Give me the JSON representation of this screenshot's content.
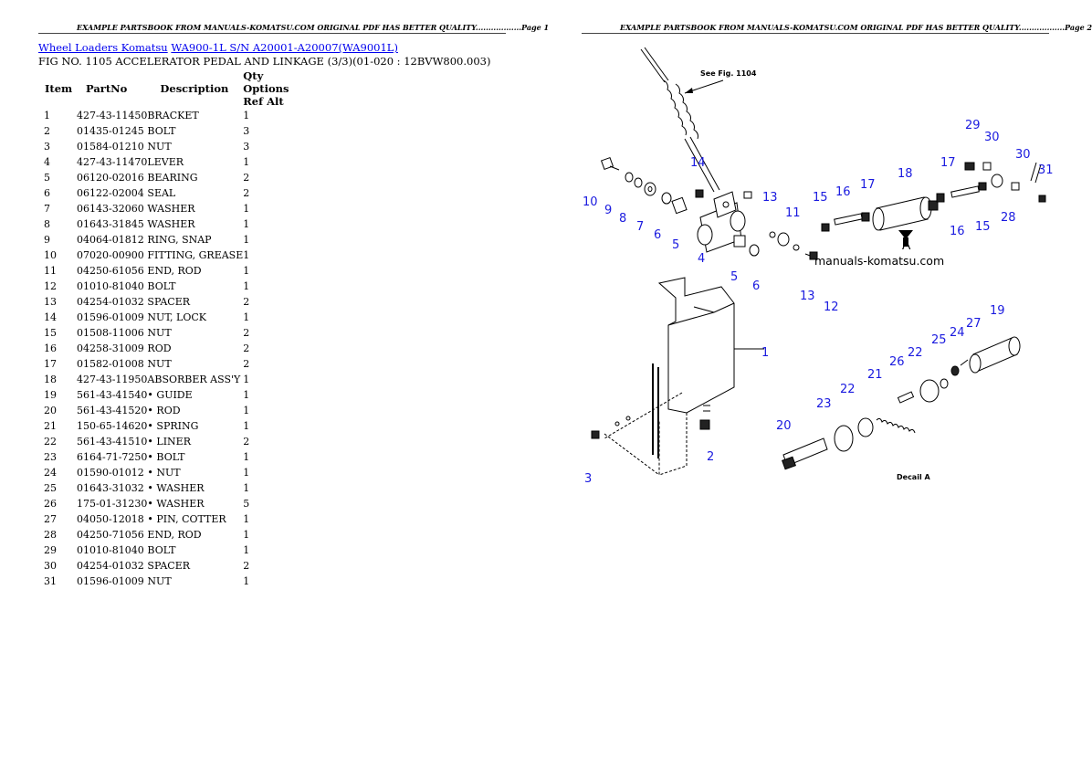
{
  "header": {
    "page1": "EXAMPLE PARTSBOOK FROM MANUALS-KOMATSU.COM ORIGINAL PDF HAS BETTER QUALITY..................Page 1",
    "page2": "EXAMPLE PARTSBOOK FROM MANUALS-KOMATSU.COM ORIGINAL PDF HAS BETTER QUALITY..................Page 2"
  },
  "breadcrumb": {
    "link1": "Wheel Loaders Komatsu",
    "link2": "WA900-1L S/N A20001-A20007(WA9001L)"
  },
  "figure_title": "FIG NO. 1105 ACCELERATOR PEDAL AND LINKAGE (3/3)(01-020 : 12BVW800.003)",
  "table": {
    "columns": [
      "Item",
      "PartNo",
      "Description",
      "Qty Options Ref Alt"
    ],
    "rows": [
      [
        "1",
        "427-43-11450",
        "BRACKET",
        "1"
      ],
      [
        "2",
        "01435-01245",
        "BOLT",
        "3"
      ],
      [
        "3",
        "01584-01210",
        "NUT",
        "3"
      ],
      [
        "4",
        "427-43-11470",
        "LEVER",
        "1"
      ],
      [
        "5",
        "06120-02016",
        "BEARING",
        "2"
      ],
      [
        "6",
        "06122-02004",
        "SEAL",
        "2"
      ],
      [
        "7",
        "06143-32060",
        "WASHER",
        "1"
      ],
      [
        "8",
        "01643-31845",
        "WASHER",
        "1"
      ],
      [
        "9",
        "04064-01812",
        "RING, SNAP",
        "1"
      ],
      [
        "10",
        "07020-00900",
        "FITTING, GREASE",
        "1"
      ],
      [
        "11",
        "04250-61056",
        "END, ROD",
        "1"
      ],
      [
        "12",
        "01010-81040",
        "BOLT",
        "1"
      ],
      [
        "13",
        "04254-01032",
        "SPACER",
        "2"
      ],
      [
        "14",
        "01596-01009",
        "NUT, LOCK",
        "1"
      ],
      [
        "15",
        "01508-11006",
        "NUT",
        "2"
      ],
      [
        "16",
        "04258-31009",
        "ROD",
        "2"
      ],
      [
        "17",
        "01582-01008",
        "NUT",
        "2"
      ],
      [
        "18",
        "427-43-11950",
        "ABSORBER ASS'Y",
        "1"
      ],
      [
        "19",
        "561-43-41540",
        "• GUIDE",
        "1"
      ],
      [
        "20",
        "561-43-41520",
        "• ROD",
        "1"
      ],
      [
        "21",
        "150-65-14620",
        "• SPRING",
        "1"
      ],
      [
        "22",
        "561-43-41510",
        "• LINER",
        "2"
      ],
      [
        "23",
        "6164-71-7250",
        "• BOLT",
        "1"
      ],
      [
        "24",
        "01590-01012",
        "• NUT",
        "1"
      ],
      [
        "25",
        "01643-31032",
        "• WASHER",
        "1"
      ],
      [
        "26",
        "175-01-31230",
        "• WASHER",
        "5"
      ],
      [
        "27",
        "04050-12018",
        "• PIN, COTTER",
        "1"
      ],
      [
        "28",
        "04250-71056",
        "END, ROD",
        "1"
      ],
      [
        "29",
        "01010-81040",
        "BOLT",
        "1"
      ],
      [
        "30",
        "04254-01032",
        "SPACER",
        "2"
      ],
      [
        "31",
        "01596-01009",
        "NUT",
        "1"
      ]
    ]
  },
  "diagram": {
    "watermark": "manuals-komatsu.com",
    "see_fig": "See Fig. 1104",
    "detail_marker": "A",
    "detail_label": "Decail A",
    "callouts": [
      "29",
      "30",
      "30",
      "31",
      "14",
      "13",
      "11",
      "15",
      "16",
      "17",
      "18",
      "17",
      "16",
      "15",
      "28",
      "10",
      "9",
      "8",
      "7",
      "6",
      "5",
      "4",
      "5",
      "6",
      "13",
      "12",
      "1",
      "2",
      "3",
      "19",
      "27",
      "24",
      "25",
      "22",
      "26",
      "21",
      "22",
      "23",
      "20"
    ]
  }
}
